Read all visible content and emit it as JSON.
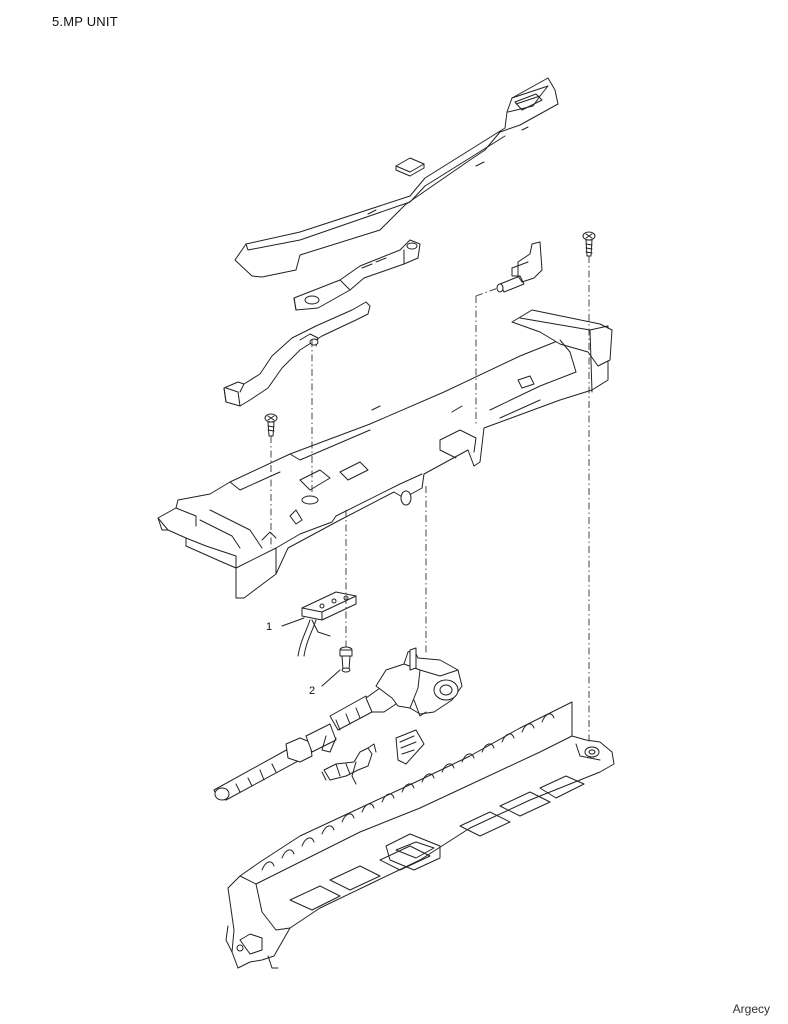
{
  "header": {
    "title": "5.MP UNIT"
  },
  "callouts": [
    {
      "number": "1"
    },
    {
      "number": "2"
    }
  ],
  "footer": {
    "watermark": "Argecy"
  }
}
